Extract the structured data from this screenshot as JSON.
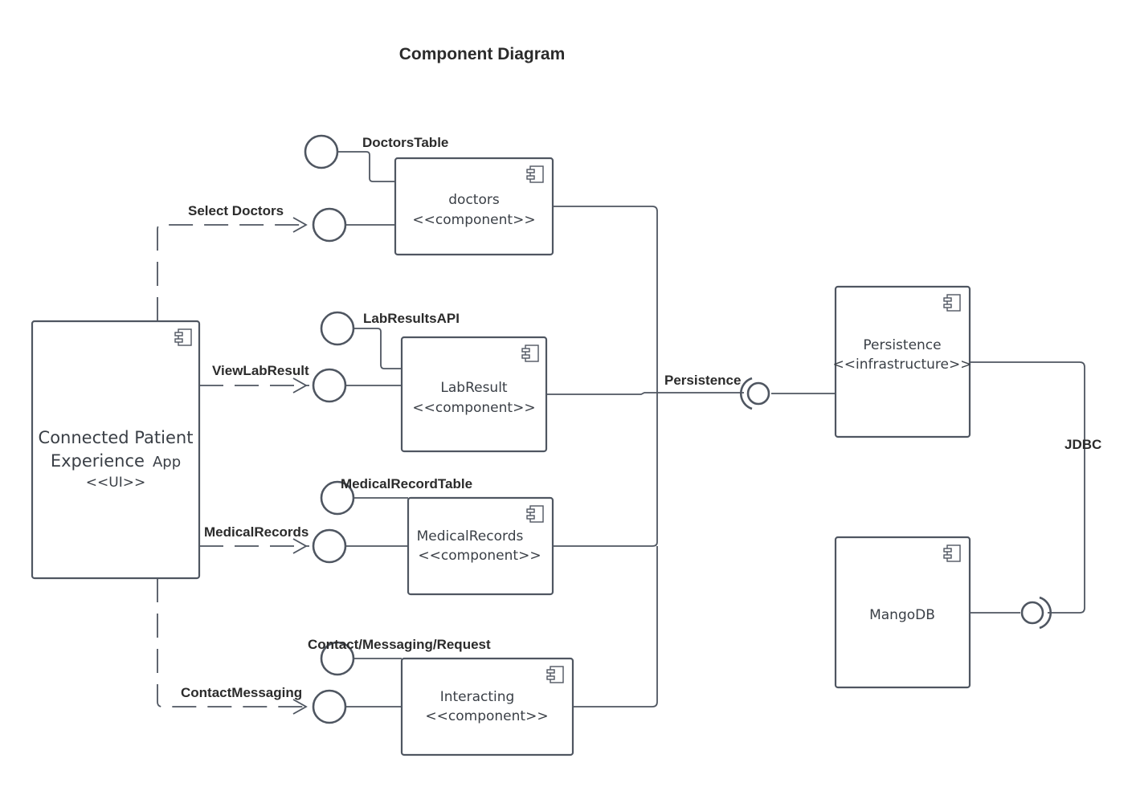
{
  "title": "Component Diagram",
  "app": {
    "line1": "Connected Patient",
    "line2a": "Experience",
    "line2b": "App",
    "stereotype": "<<UI>>"
  },
  "components": {
    "doctors": {
      "name": "doctors",
      "stereotype": "<<component>>"
    },
    "labresult": {
      "name": "LabResult",
      "stereotype": "<<component>>"
    },
    "medicalrecords": {
      "name": "MedicalRecords",
      "stereotype": "<<component>>"
    },
    "interacting": {
      "name": "Interacting",
      "stereotype": "<<component>>"
    },
    "persistence": {
      "name": "Persistence",
      "stereotype": "<<infrastructure>>"
    },
    "mangodb": {
      "name": "MangoDB"
    }
  },
  "interfaces": {
    "doctors_table": "DoctorsTable",
    "select_doctors": "Select Doctors",
    "lab_results_api": "LabResultsAPI",
    "view_lab_result": "ViewLabResult",
    "medical_record_table": "MedicalRecordTable",
    "medical_records": "MedicalRecords",
    "contact_messaging_request": "Contact/Messaging/Request",
    "contact_messaging": "ContactMessaging",
    "persistence": "Persistence",
    "jdbc": "JDBC"
  }
}
